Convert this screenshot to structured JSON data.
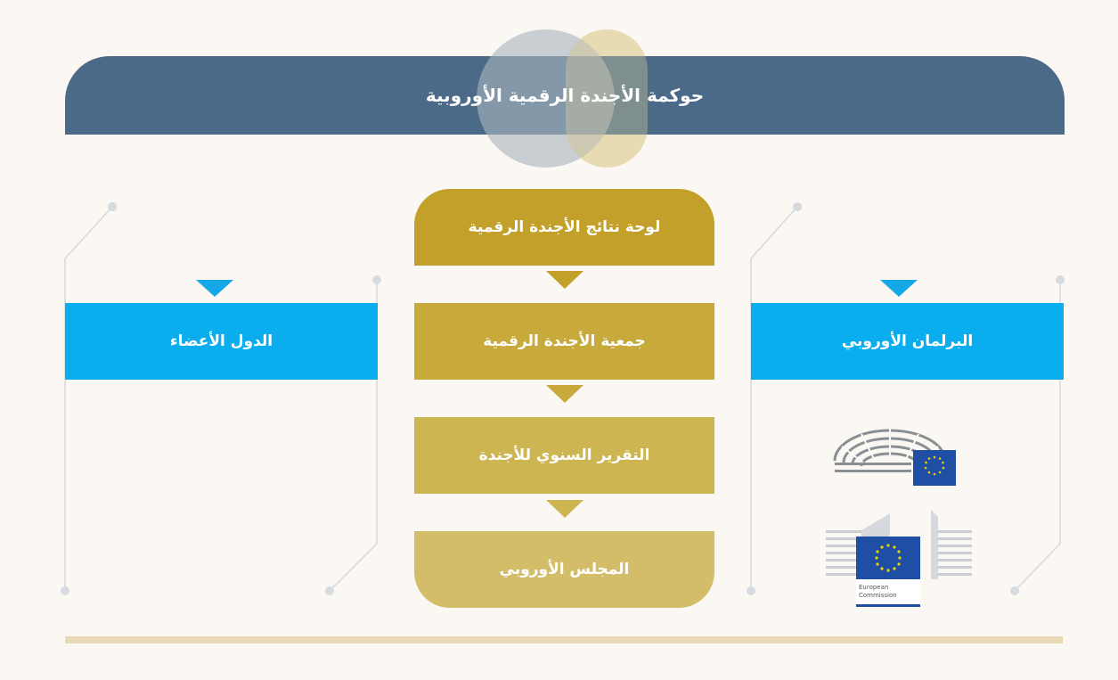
{
  "title": "حوكمة الأجندة الرقمية الأوروبية",
  "flow": [
    {
      "label": "لوحة نتائج الأجندة الرقمية"
    },
    {
      "label": "جمعية الأجندة الرقمية"
    },
    {
      "label": "التقرير السنوي للأجندة"
    },
    {
      "label": "المجلس الأوروبي"
    }
  ],
  "left_box": {
    "label": "الدول الأعضاء"
  },
  "right_box": {
    "label": "البرلمان الأوروبي"
  },
  "logos": {
    "european_parliament": {
      "icon": "european-parliament-logo"
    },
    "european_commission": {
      "icon": "european-commission-logo",
      "line1": "European",
      "line2": "Commission"
    }
  },
  "colors": {
    "title_bar": "#4a6a87",
    "blue": "#0aaeef",
    "gold": "#c2a02a",
    "background": "#fbf8f3",
    "rule": "#e6d9b3"
  }
}
